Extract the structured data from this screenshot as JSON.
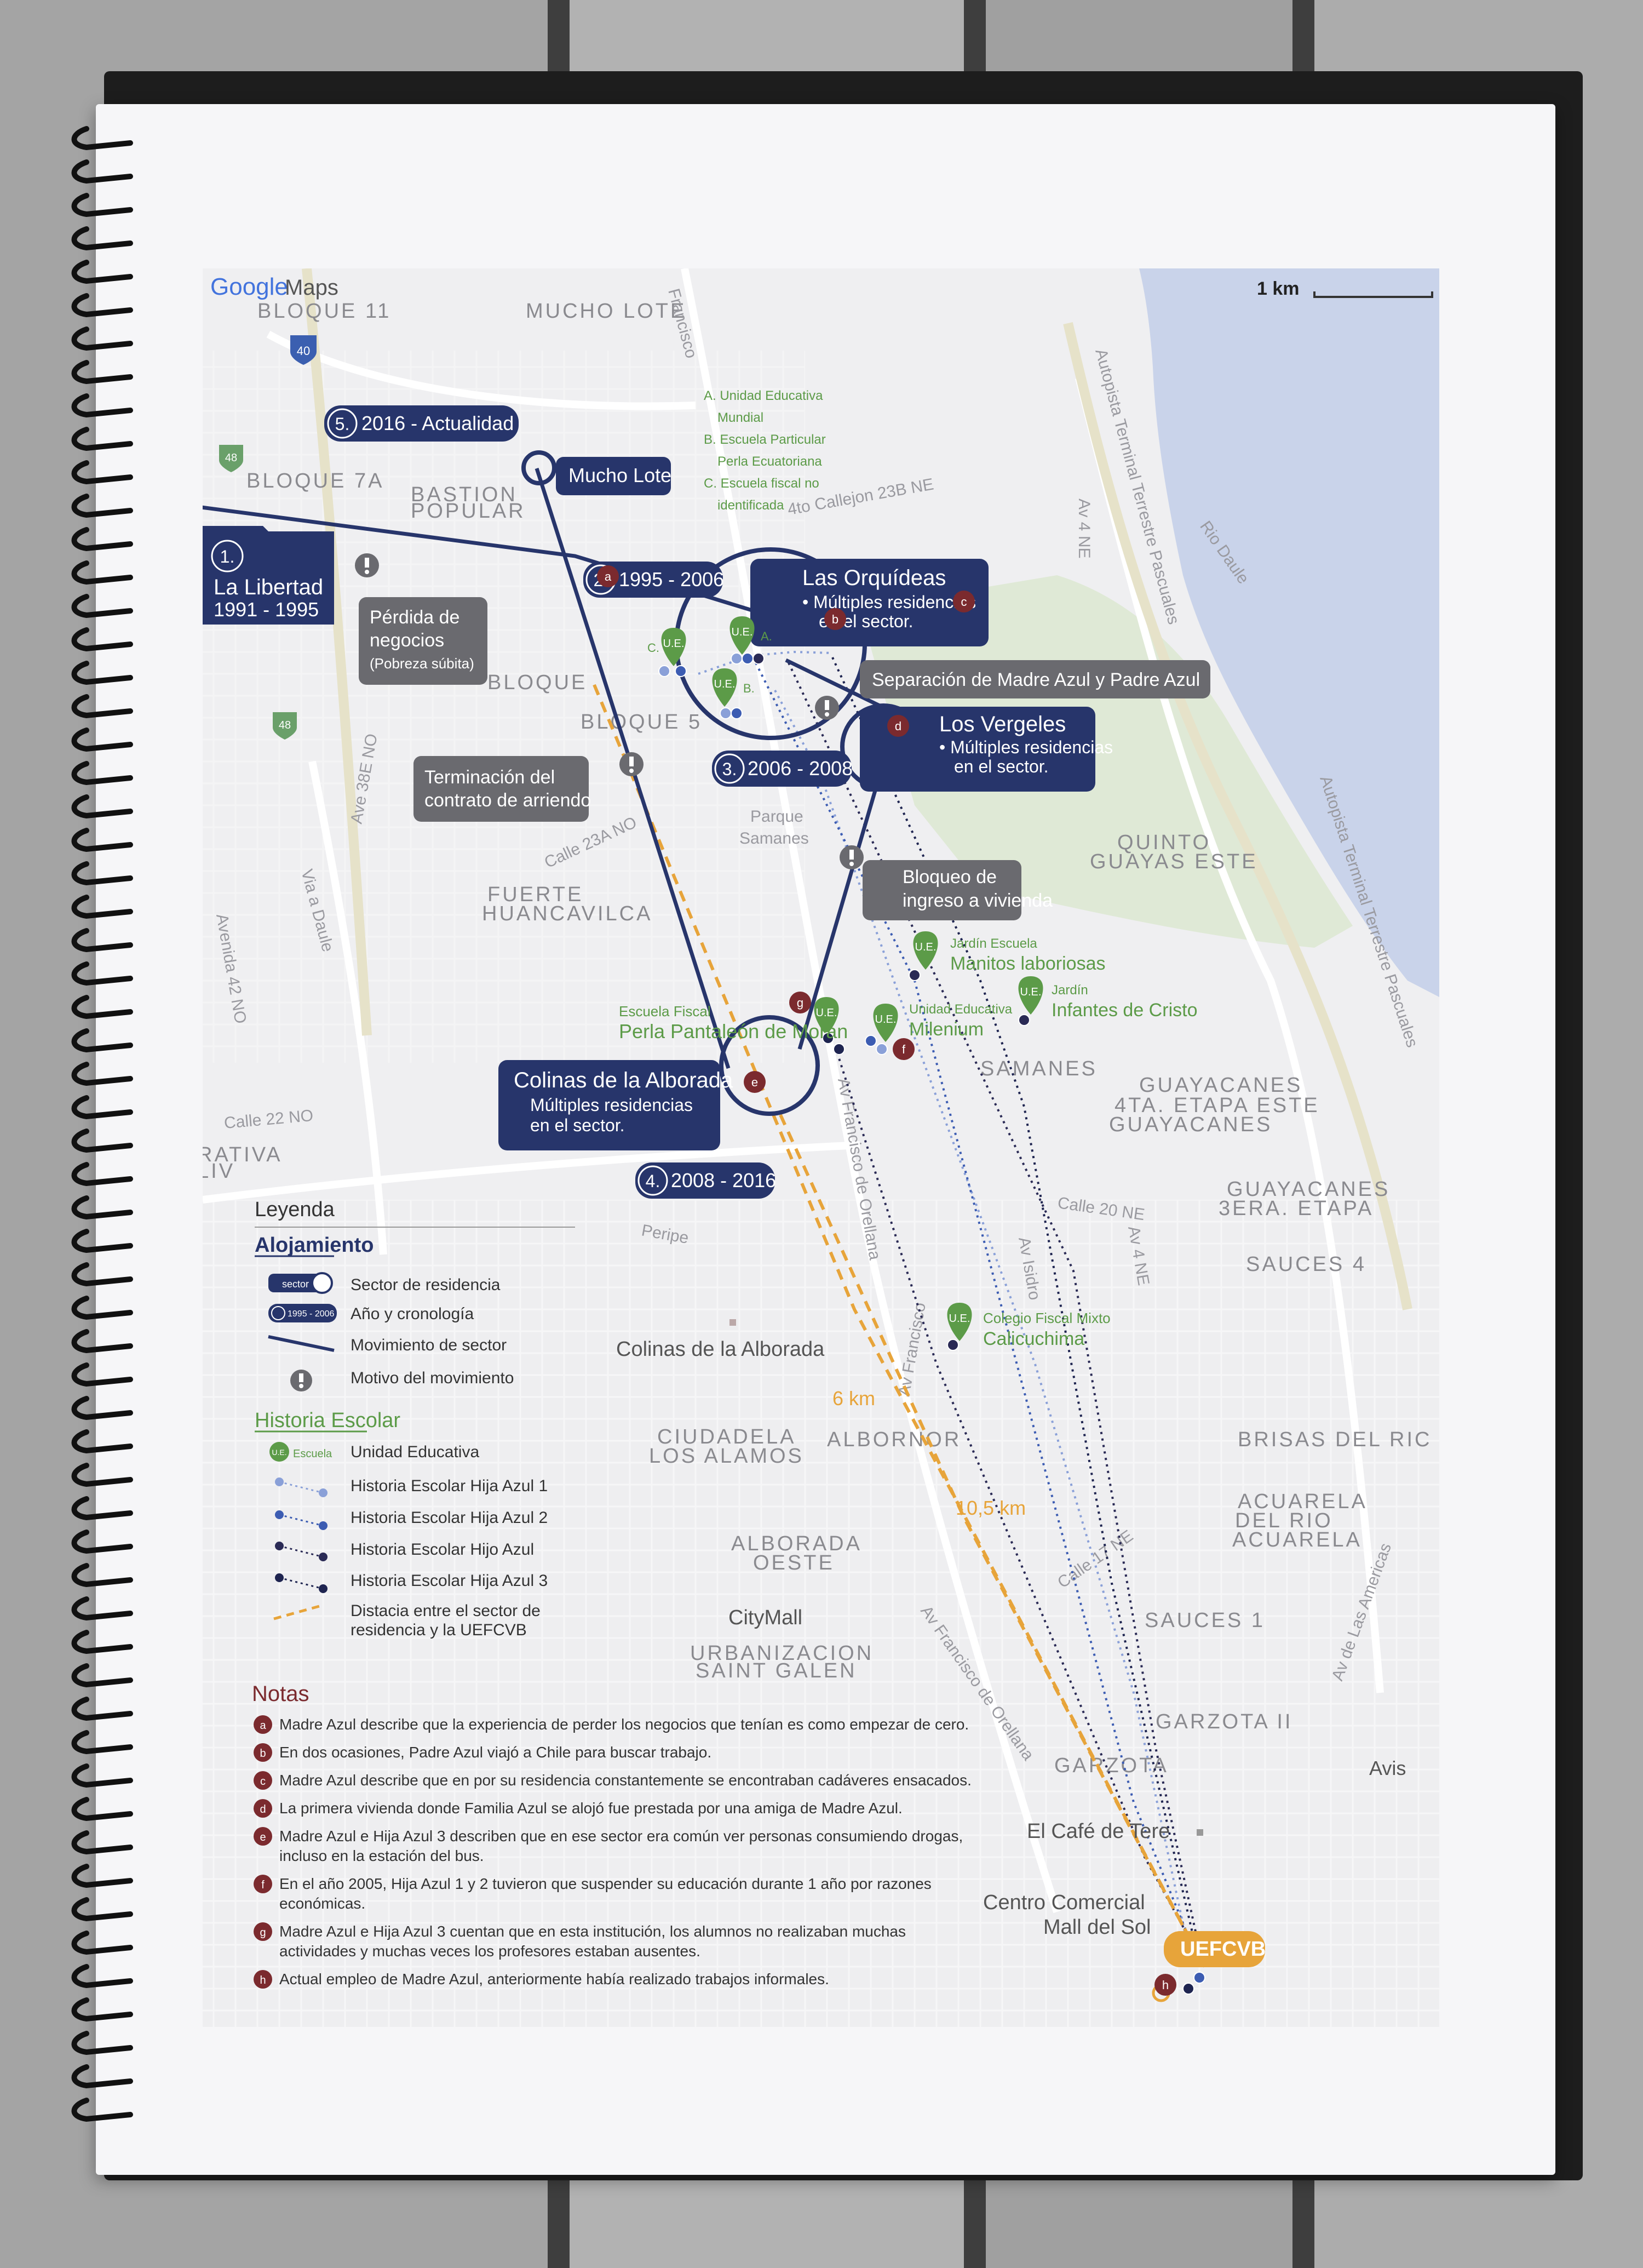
{
  "map": {
    "brand": {
      "google": "Google",
      "maps": "Maps"
    },
    "scale": "1 km",
    "highway_shields": [
      "40",
      "48",
      "48"
    ],
    "neighborhoods": [
      {
        "text": "BLOQUE 11"
      },
      {
        "text": "MUCHO LOTE"
      },
      {
        "text": "BLOQUE 7A"
      },
      {
        "text": "BASTION"
      },
      {
        "text": "POPULAR"
      },
      {
        "text": "BLOQUE"
      },
      {
        "text": "BLOQUE 5"
      },
      {
        "text": "FUERTE"
      },
      {
        "text": "HUANCAVILCA"
      },
      {
        "text": "QUINTO"
      },
      {
        "text": "GUAYAS ESTE"
      },
      {
        "text": "SAMANES"
      },
      {
        "text": "GUAYACANES"
      },
      {
        "text": "4TA. ETAPA ESTE"
      },
      {
        "text": "GUAYACANES"
      },
      {
        "text": "GUAYACANES"
      },
      {
        "text": "3ERA. ETAPA"
      },
      {
        "text": "SAUCES 4"
      },
      {
        "text": "ALBORNOR"
      },
      {
        "text": "BRISAS DEL RIC"
      },
      {
        "text": "CIUDADELA"
      },
      {
        "text": "LOS ALAMOS"
      },
      {
        "text": "ACUARELA"
      },
      {
        "text": "DEL RIO"
      },
      {
        "text": "ACUARELA"
      },
      {
        "text": "ALBORADA"
      },
      {
        "text": "OESTE"
      },
      {
        "text": "SAUCES 1"
      },
      {
        "text": "URBANIZACION"
      },
      {
        "text": "SAINT GALEN"
      },
      {
        "text": "GARZOTA II"
      },
      {
        "text": "GARZOTA"
      },
      {
        "text": "RATIVA"
      },
      {
        "text": "LIV"
      }
    ],
    "streets": [
      {
        "text": "Francisco"
      },
      {
        "text": "Autopista Terminal Terrestre Pascuales"
      },
      {
        "text": "Autopista Terminal Terrestre Pascuales"
      },
      {
        "text": "Av 4 NE"
      },
      {
        "text": "4to Callejon 23B NE"
      },
      {
        "text": "Rio Daule"
      },
      {
        "text": "Ave 38E NO"
      },
      {
        "text": "Calle 23A NO"
      },
      {
        "text": "Via a Daule"
      },
      {
        "text": "Avenida 42 NO"
      },
      {
        "text": "Calle 22 NO"
      },
      {
        "text": "Peripe"
      },
      {
        "text": "Calle 20 NE"
      },
      {
        "text": "Av Isidro"
      },
      {
        "text": "Av 4 NE"
      },
      {
        "text": "Av Francisco"
      },
      {
        "text": "Av Francisco de Orellana"
      },
      {
        "text": "Calle 17 NE"
      },
      {
        "text": "Av de Las Americas"
      },
      {
        "text": "Parque"
      },
      {
        "text": "Samanes"
      },
      {
        "text": "Av Francisco de Orellana"
      }
    ],
    "places": {
      "colinas": "Colinas de la Alborada",
      "citymall": "CityMall",
      "cafe": "El Café de Tere",
      "centro1": "Centro Comercial",
      "centro2": "Mall del Sol",
      "avis": "Avis"
    },
    "distances": {
      "d1": "6 km",
      "d2": "10,5 km"
    },
    "schools_key": [
      "A. Unidad Educativa",
      "Mundial",
      "B. Escuela Particular",
      "Perla Ecuatoriana",
      "C. Escuela fiscal no",
      "identificada"
    ],
    "callouts": {
      "c5": {
        "num": "5.",
        "label": "2016 - Actualidad"
      },
      "mucho": "Mucho Lote",
      "c1": {
        "num": "1.",
        "l1": "La Libertad",
        "l2": "1991 - 1995"
      },
      "perdida": {
        "l1": "Pérdida de",
        "l2": "negocios",
        "l3": "(Pobreza súbita)"
      },
      "c2": {
        "num": "2.",
        "label": "1995 - 2006"
      },
      "orquideas": {
        "title": "Las Orquídeas",
        "l1": "• Múltiples residencias",
        "l2": "en el sector."
      },
      "separacion": "Separación de Madre Azul y Padre Azul",
      "vergeles": {
        "title": "Los Vergeles",
        "l1": "• Múltiples residencias",
        "l2": "en el sector."
      },
      "c3": {
        "num": "3.",
        "label": "2006 - 2008"
      },
      "terminacion": {
        "l1": "Terminación del",
        "l2": "contrato de arriendo"
      },
      "bloqueo": {
        "l1": "Bloqueo de",
        "l2": "ingreso a vivienda"
      },
      "colinas": {
        "title": "Colinas de la Alborada",
        "l1": "Múltiples residencias",
        "l2": "en el sector."
      },
      "c4": {
        "num": "4.",
        "label": "2008 - 2016"
      },
      "uefcvb": "UEFCVB"
    },
    "schools": {
      "manitos": {
        "small": "Jardín Escuela",
        "big": "Manitos laboriosas"
      },
      "infantes": {
        "small": "Jardín",
        "big": "Infantes de Cristo"
      },
      "perla": {
        "small": "Escuela Fiscal",
        "big": "Perla Pantaleón de Morán"
      },
      "milenium": {
        "small": "Unidad Educativa",
        "big": "Milenium"
      },
      "calicuchima": {
        "small": "Colegio Fiscal Mixto",
        "big": "Calicuchima"
      }
    },
    "pin_text": "U.E.",
    "pin_letters": {
      "a": "A.",
      "b": "B.",
      "c": "C."
    },
    "note_markers": [
      "a",
      "b",
      "c",
      "d",
      "e",
      "f",
      "g",
      "h"
    ],
    "legend": {
      "title": "Leyenda",
      "alojamiento": "Alojamiento",
      "sector_badge": "sector",
      "year_badge": "1995 - 2006",
      "items_a": [
        "Sector de residencia",
        "Año y cronología",
        "Movimiento de sector",
        "Motivo del movimiento"
      ],
      "historia": "Historia Escolar",
      "escuela_badge": "Escuela",
      "items_b": [
        "Unidad Educativa",
        "Historia Escolar Hija Azul 1",
        "Historia Escolar Hija Azul 2",
        "Historia Escolar Hijo Azul",
        "Historia Escolar Hija Azul 3",
        "Distacia entre el sector de",
        "residencia y la UEFCVB"
      ]
    },
    "notas": {
      "title": "Notas",
      "items": [
        {
          "m": "a",
          "l1": "Madre Azul describe que la experiencia de perder los negocios que tenían es como empezar de cero.",
          "l2": ""
        },
        {
          "m": "b",
          "l1": "En dos ocasiones, Padre Azul viajó a Chile para buscar trabajo.",
          "l2": ""
        },
        {
          "m": "c",
          "l1": "Madre Azul describe que en por su residencia constantemente se encontraban cadáveres ensacados.",
          "l2": ""
        },
        {
          "m": "d",
          "l1": "La primera vivienda donde Familia Azul se alojó fue prestada por una amiga de Madre Azul.",
          "l2": ""
        },
        {
          "m": "e",
          "l1": "Madre Azul e Hija Azul 3 describen que en ese sector era común ver personas consumiendo drogas,",
          "l2": "incluso en la estación del bus."
        },
        {
          "m": "f",
          "l1": "En el año 2005, Hija Azul 1 y 2 tuvieron que suspender su educación durante 1 año por razones",
          "l2": "económicas."
        },
        {
          "m": "g",
          "l1": "Madre Azul e Hija Azul 3 cuentan que en esta institución, los alumnos no realizaban muchas",
          "l2": "actividades y muchas veces los profesores estaban ausentes."
        },
        {
          "m": "h",
          "l1": "Actual empleo de Madre Azul, anteriormente había realizado trabajos informales.",
          "l2": ""
        }
      ]
    },
    "colors": {
      "navy": "#27356b",
      "maroon": "#7b2a2e",
      "green": "#5c9b48",
      "orange": "#e7a43a",
      "grey": "#6a6a6f"
    }
  }
}
